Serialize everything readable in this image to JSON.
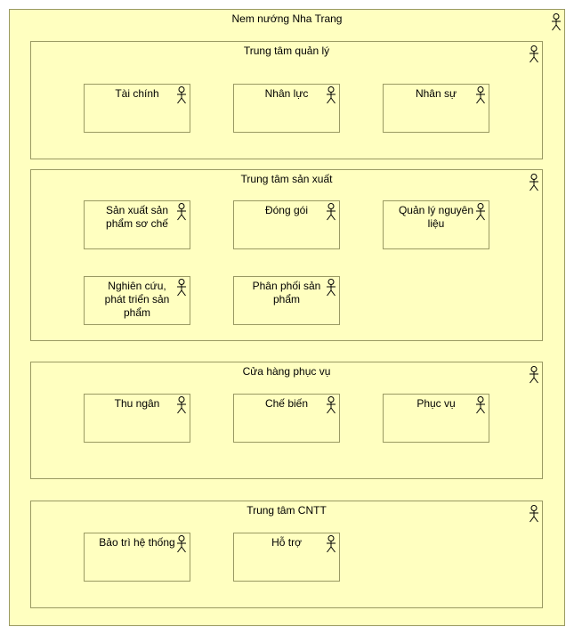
{
  "root": {
    "title": "Nem nướng Nha Trang"
  },
  "groups": [
    {
      "title": "Trung tâm quản lý",
      "items": [
        "Tài chính",
        "Nhân lực",
        "Nhân sự"
      ]
    },
    {
      "title": "Trung tâm sản xuất",
      "items": [
        "Sản xuất sản phẩm sơ chế",
        "Đóng gói",
        "Quản lý nguyên liệu",
        "Nghiên cứu, phát triển sản phẩm",
        "Phân phối sản phẩm"
      ]
    },
    {
      "title": "Cửa hàng phục vụ",
      "items": [
        "Thu ngân",
        "Chế biến",
        "Phục vụ"
      ]
    },
    {
      "title": "Trung tâm CNTT",
      "items": [
        "Bảo trì hệ thống",
        "Hỗ trợ"
      ]
    }
  ],
  "icon": "actor-icon",
  "colors": {
    "fill": "#ffffc0",
    "border": "#9a9a62"
  }
}
